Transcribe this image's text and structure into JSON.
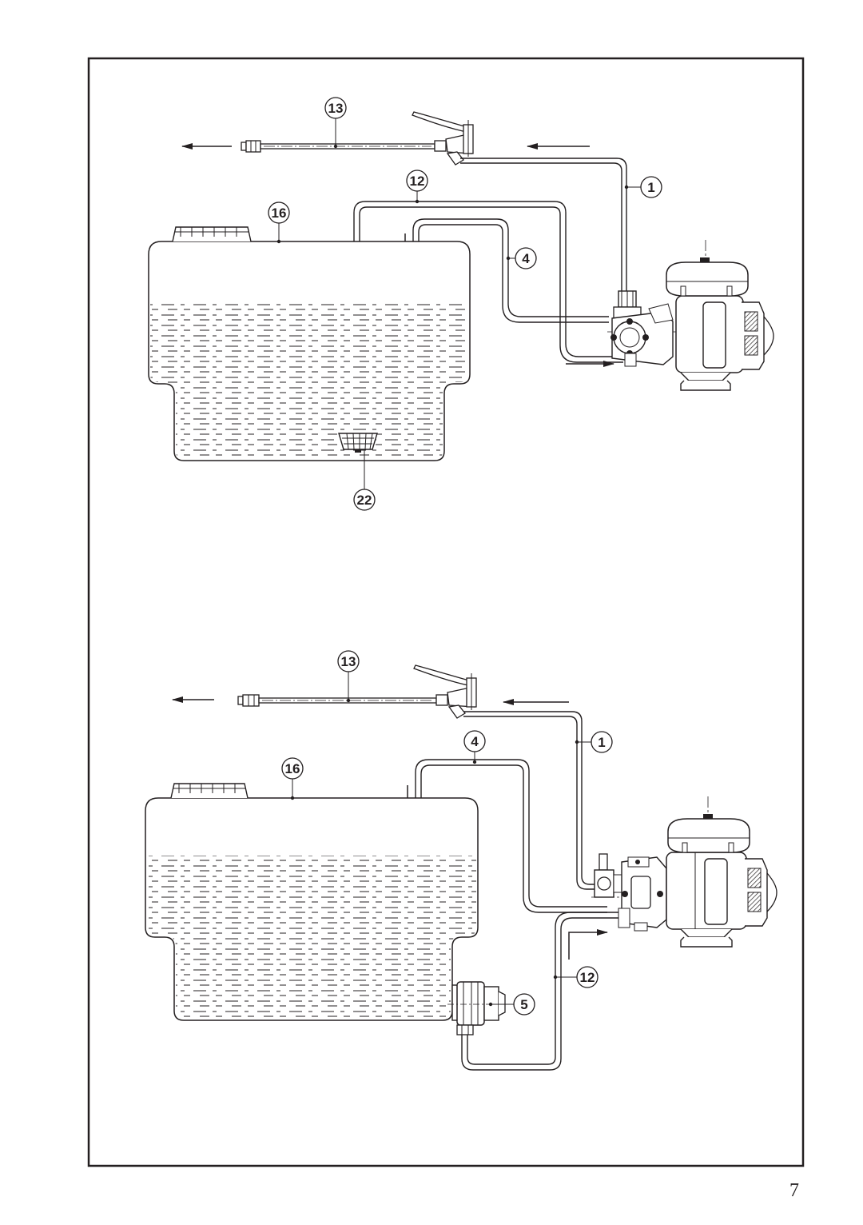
{
  "page_number": "7",
  "diagrams": [
    {
      "callouts": [
        "13",
        "12",
        "1",
        "16",
        "4",
        "22"
      ]
    },
    {
      "callouts": [
        "13",
        "1",
        "4",
        "16",
        "12",
        "5"
      ]
    }
  ],
  "colors": {
    "line": "#231f20",
    "background": "#ffffff"
  }
}
